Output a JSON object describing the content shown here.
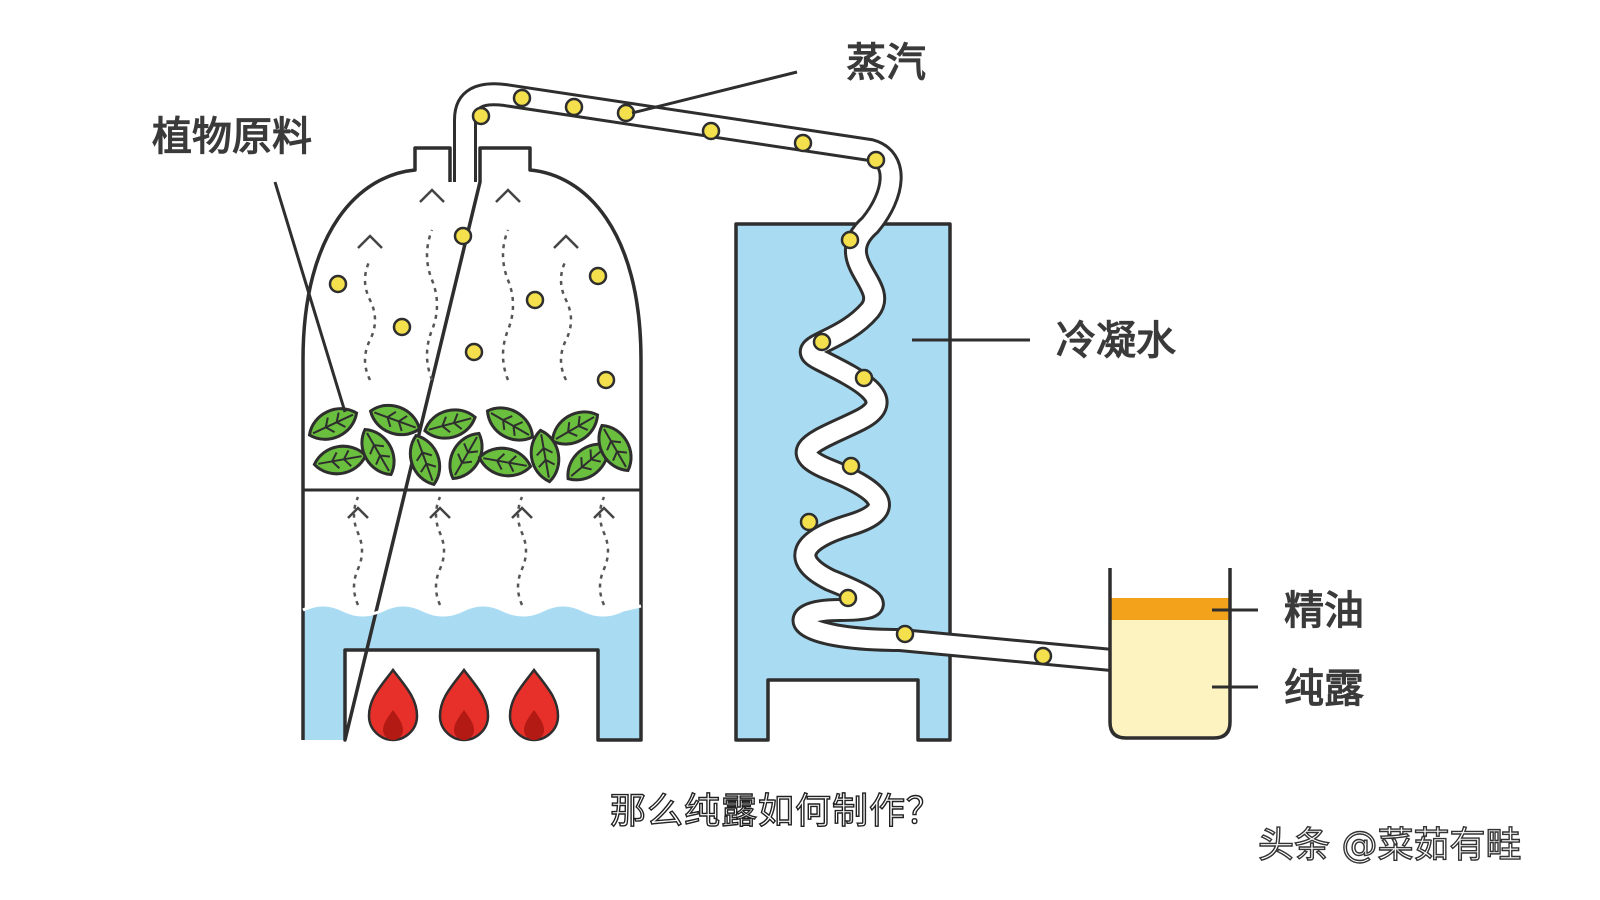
{
  "labels": {
    "plant_material": "植物原料",
    "steam": "蒸汽",
    "condensing_water": "冷凝水",
    "essential_oil": "精油",
    "hydrosol": "纯露"
  },
  "caption": "那么纯露如何制作？",
  "watermark": "头条 @菜茹有畦",
  "colors": {
    "outline": "#2e2e2e",
    "water": "#a9dcf2",
    "leaf": "#6bbf3f",
    "steam_dot": "#f4e04d",
    "flame": "#e8302a",
    "oil": "#f3a21b",
    "hydrosol": "#fdf3c0"
  }
}
